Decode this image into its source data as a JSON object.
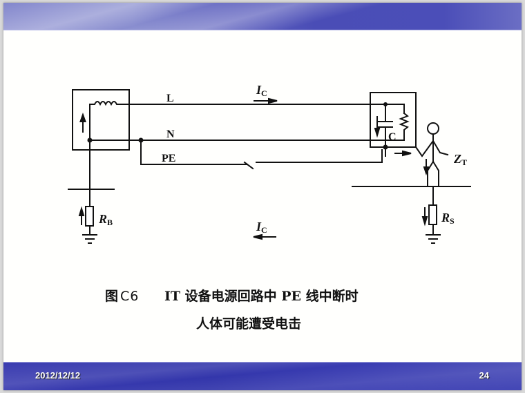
{
  "slide": {
    "header_color": "#4a4db6",
    "footer_color": "#3336ab",
    "footer": {
      "date": "2012/12/12",
      "page_number": "24"
    }
  },
  "diagram": {
    "conductor_labels": {
      "line": "L",
      "neutral": "N",
      "protective_earth": "PE"
    },
    "current_top": {
      "symbol": "I",
      "subscript": "C"
    },
    "current_bottom": {
      "symbol": "I",
      "subscript": "C"
    },
    "capacitance_label": "C",
    "body_impedance": {
      "symbol": "Z",
      "subscript": "T"
    },
    "source_earth_resistance": {
      "symbol": "R",
      "subscript": "B"
    },
    "standing_surface_resistance": {
      "symbol": "R",
      "subscript": "S"
    }
  },
  "caption": {
    "figure_prefix": "图",
    "figure_number": "C6",
    "line1": "IT 设备电源回路中 PE 线中断时",
    "line2": "人体可能遭受电击"
  }
}
